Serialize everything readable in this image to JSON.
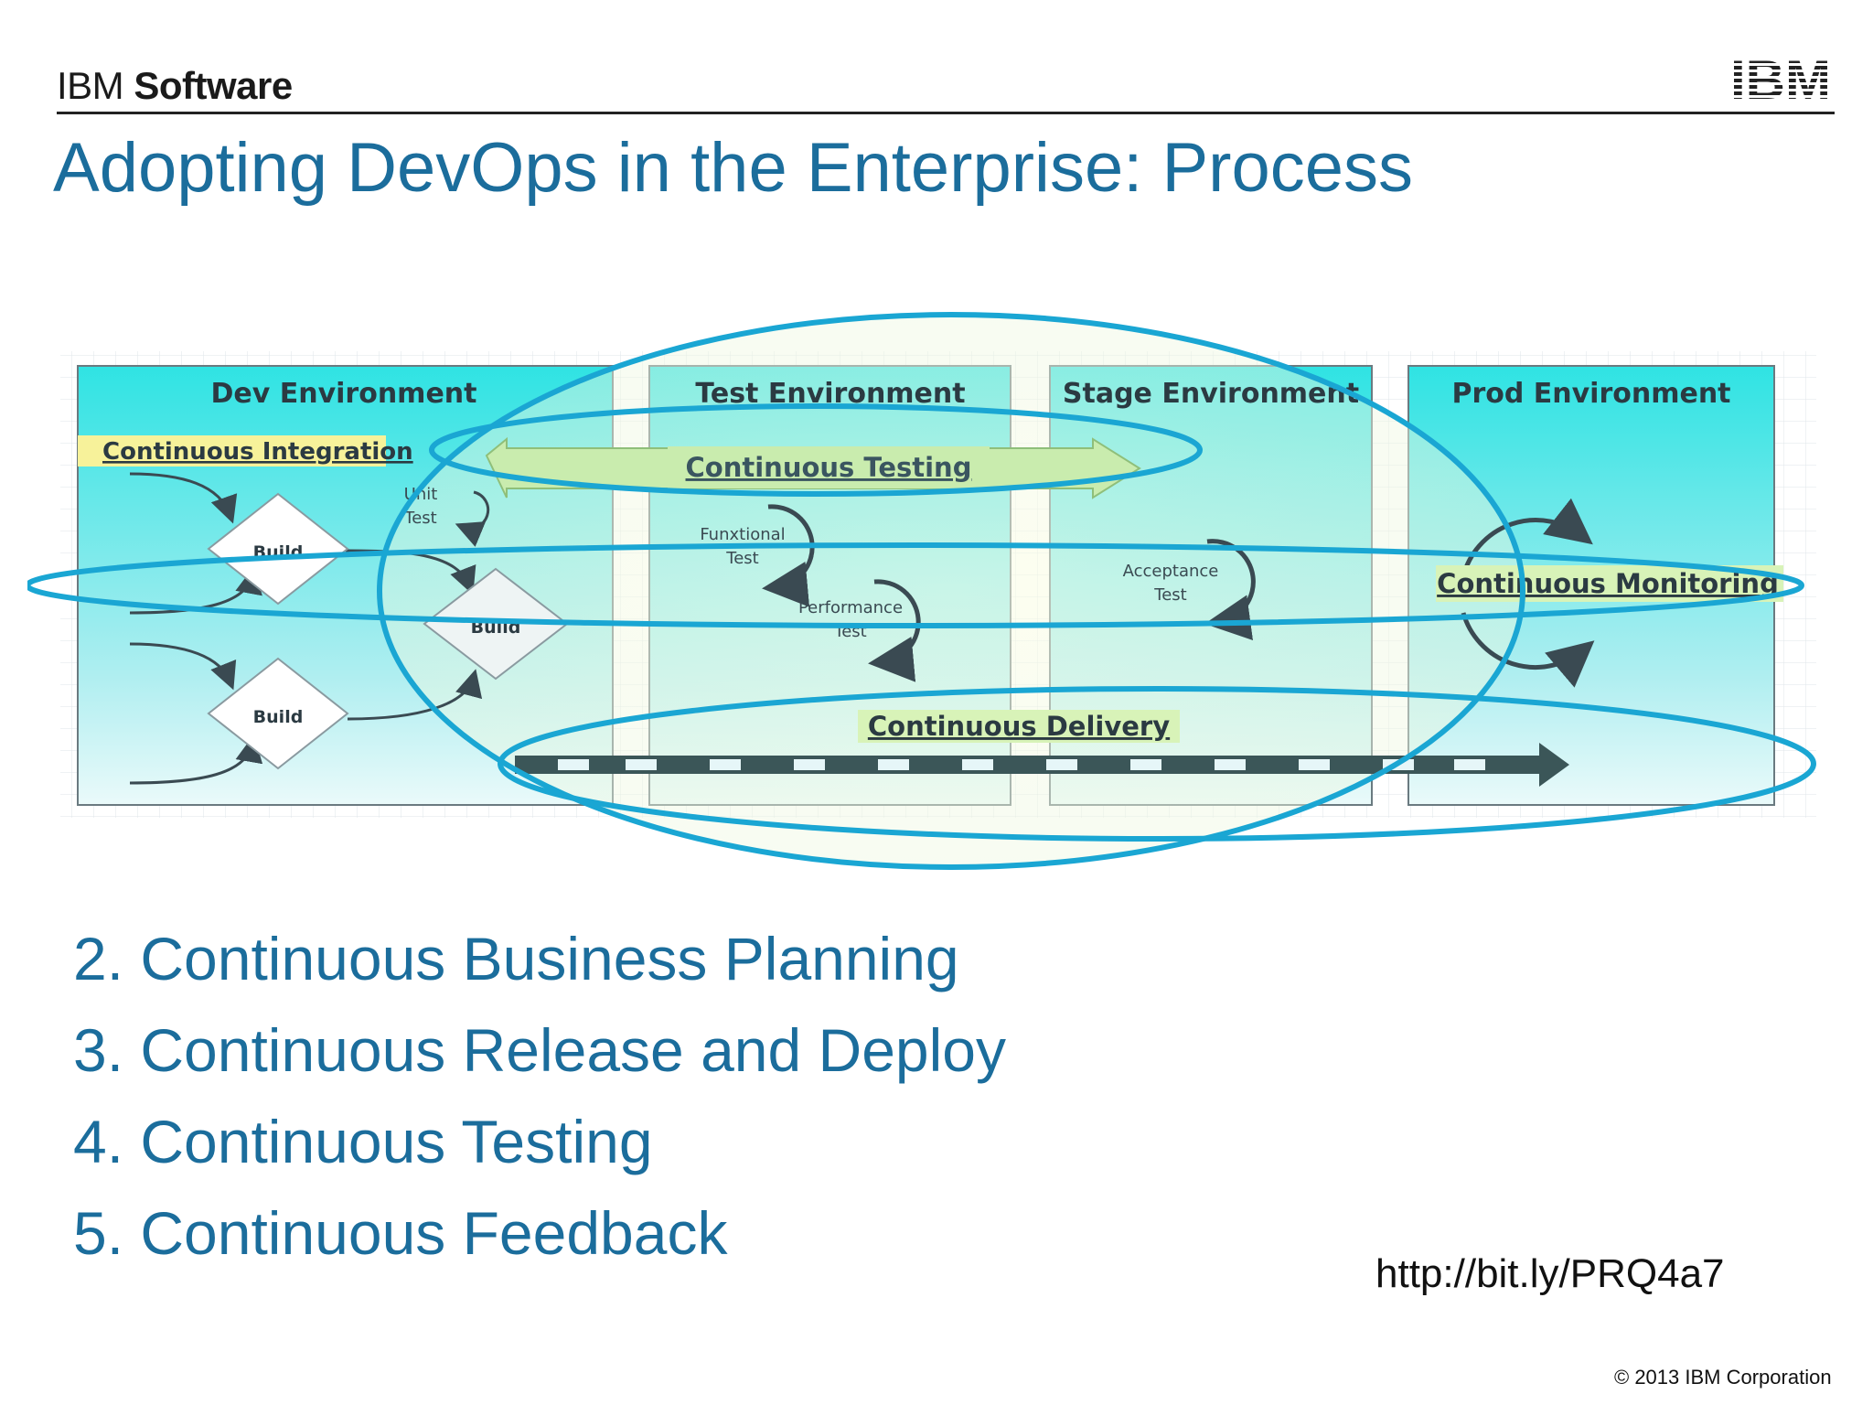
{
  "header": {
    "brand_prefix": "IBM",
    "brand_name": "Software",
    "logo_text": "IBM"
  },
  "title": "Adopting DevOps in the Enterprise: Process",
  "diagram": {
    "environments": [
      "Dev Environment",
      "Test Environment",
      "Stage Environment",
      "Prod Environment"
    ],
    "labels": {
      "ci": "Continuous Integration",
      "testing": "Continuous Testing",
      "monitoring": "Continuous Monitoring",
      "delivery": "Continuous Delivery"
    },
    "nodes": {
      "build_top": "Build",
      "build_mid": "Build",
      "build_bottom": "Build",
      "unit_1": "Unit",
      "unit_2": "Test",
      "functional_1": "Funxtional",
      "functional_2": "Test",
      "performance_1": "Performance",
      "performance_2": "Test",
      "acceptance_1": "Acceptance",
      "acceptance_2": "Test"
    },
    "colors": {
      "ellipse": "#1aa6d3",
      "panel_top": "#2fe3e3",
      "label_highlight": "#f7f29a"
    }
  },
  "list": [
    "2. Continuous Business Planning",
    "3. Continuous Release and Deploy",
    "4. Continuous Testing",
    "5. Continuous Feedback"
  ],
  "url": "http://bit.ly/PRQ4a7",
  "copyright": "© 2013 IBM Corporation"
}
